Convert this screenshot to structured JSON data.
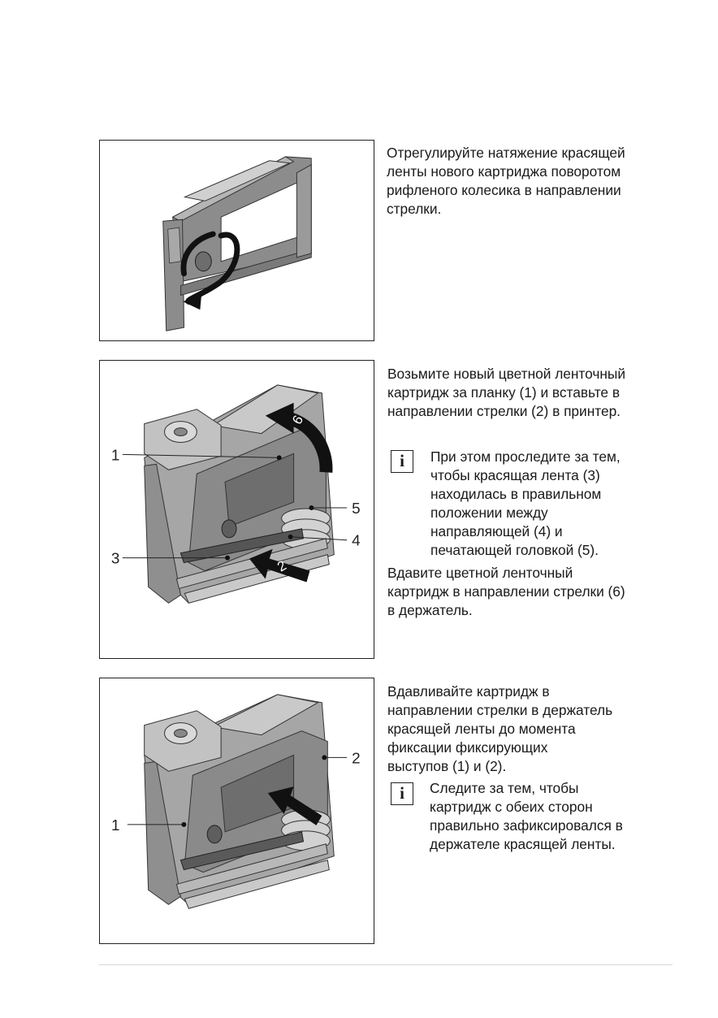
{
  "steps": [
    {
      "paragraphs": [
        [
          "Отрегулируйте натяжение красящей",
          "ленты нового картриджа поворотом",
          "рифленого колесика в направлении",
          "стрелки."
        ]
      ]
    },
    {
      "paragraphs": [
        [
          "Возьмите новый цветной ленточный",
          "картридж за планку (1) и вставьте в",
          "направлении стрелки (2) в принтер."
        ]
      ],
      "info": {
        "icon": "i",
        "lines": [
          "При этом проследите за тем,",
          "чтобы красящая лента (3)",
          "находилась в правильном",
          "положении между",
          "направляющей (4) и",
          "печатающей головкой (5)."
        ]
      },
      "after": [
        "Вдавите цветной ленточный",
        "картридж в направлении стрелки (6)",
        "в держатель."
      ],
      "callouts": [
        "1",
        "3",
        "5",
        "4",
        "2",
        "6"
      ]
    },
    {
      "paragraphs": [
        [
          "Вдавливайте картридж в",
          "направлении стрелки в держатель",
          "красящей ленты до момента",
          "фиксации фиксирующих",
          "выступов (1) и (2)."
        ]
      ],
      "info": {
        "icon": "i",
        "lines": [
          "Следите за тем, чтобы",
          "картридж с обеих сторон",
          "правильно зафиксировался в",
          "держателе красящей ленты."
        ]
      },
      "callouts": [
        "1",
        "2"
      ]
    }
  ]
}
